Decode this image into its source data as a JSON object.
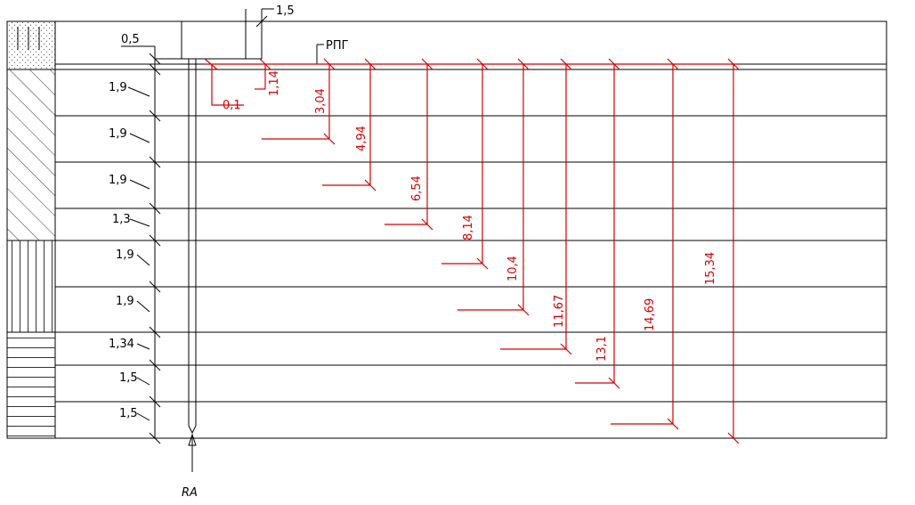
{
  "labels": {
    "top_dimension": "1,5",
    "first_layer": "0,5",
    "rpg": "РПГ",
    "ra": "RA"
  },
  "layer_thicknesses": [
    "1,9",
    "1,9",
    "1,9",
    "1,3",
    "1,9",
    "1,9",
    "1,34",
    "1,5",
    "1,5"
  ],
  "depth_marks": [
    "0,1",
    "1,14",
    "3,04",
    "4,94",
    "6,54",
    "8,14",
    "10,4",
    "11,67",
    "13,1",
    "14,69",
    "15,34"
  ],
  "colors": {
    "lines": "#000000",
    "depth_marks": "#d40000",
    "sand_fill": "#cccccc"
  }
}
